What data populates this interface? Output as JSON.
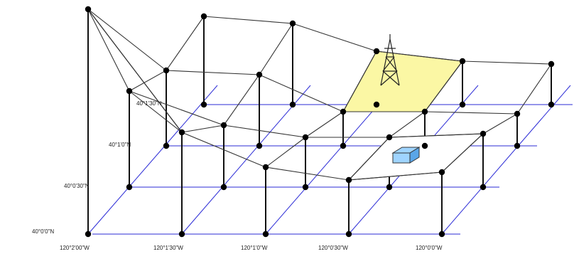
{
  "axes": {
    "latitude_labels": [
      "40°1'30\"N",
      "40°1'0\"N",
      "40°0'30\"N",
      "40°0'0\"N"
    ],
    "longitude_labels": [
      "120°2'00\"W",
      "120°1'30\"W",
      "120°1'0\"W",
      "120°0'30\"W",
      "120°0'0\"W"
    ]
  },
  "colors": {
    "grid": "#2b2bd6",
    "tower_patch": "#fbf7a4",
    "building_top": "#9fd4ff",
    "building_side": "#5aa6e8"
  },
  "icons": {
    "tower": "transmission-tower-icon",
    "building": "building-block-icon"
  }
}
